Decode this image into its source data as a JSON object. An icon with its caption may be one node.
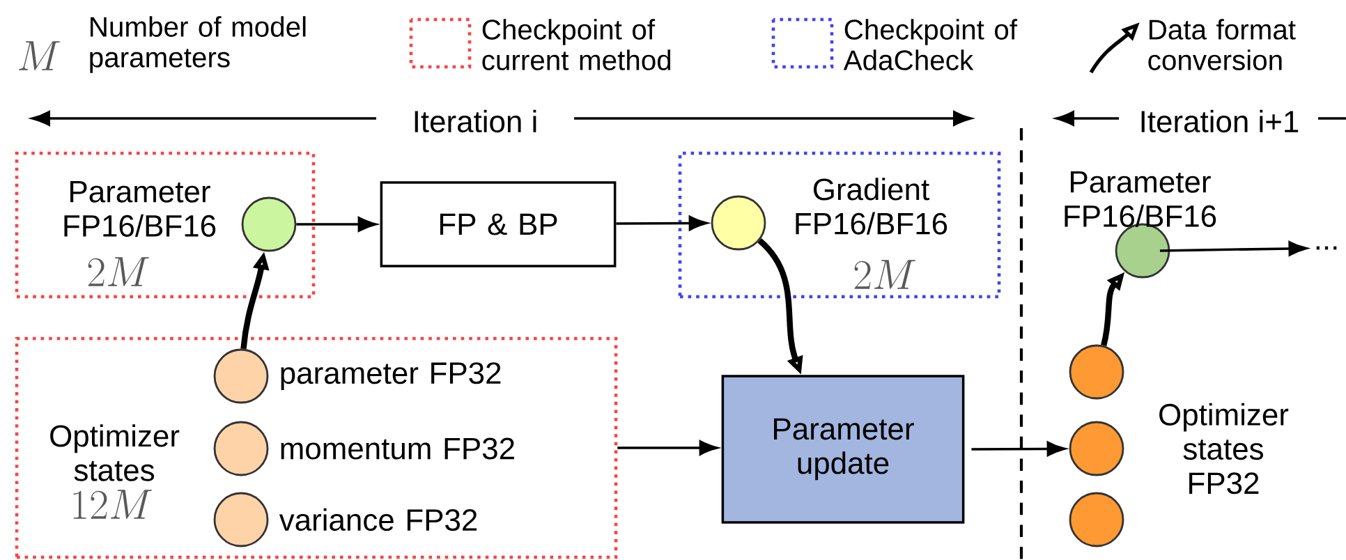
{
  "diagram": {
    "nodes": [
      {
        "text": [
          "Parameter FP16/BF16",
          "2M"
        ]
      },
      {
        "text": [],
        "shape": "circle",
        "in": 0
      },
      {
        "text": [
          "FP & BP"
        ]
      },
      {
        "text": [
          "Gradient FP16/BF16",
          "2M"
        ]
      },
      {
        "text": [],
        "shape": "circle",
        "in": 3
      },
      {
        "text": [
          "Optimizer states",
          "12M"
        ]
      },
      {
        "text": [],
        "shape": "circle",
        "in": 5,
        "beside": [
          "parameter FP32"
        ]
      },
      {
        "text": [],
        "shape": "circle",
        "in": 5,
        "beside": [
          "momentum FP32"
        ]
      },
      {
        "text": [],
        "shape": "circle",
        "in": 5,
        "beside": [
          "variance FP32"
        ]
      },
      {
        "text": [
          "Parameter update"
        ]
      },
      {
        "text": [],
        "shape": "circle",
        "beside": [
          "Parameter FP16/BF16"
        ]
      },
      {
        "text": [],
        "shape": "circle"
      },
      {
        "text": [],
        "shape": "circle",
        "beside": [
          "Optimizer states FP32"
        ]
      },
      {
        "text": [],
        "shape": "circle"
      },
      {
        "text": [
          "..."
        ]
      }
    ],
    "edges": [
      {
        "from": 1,
        "to": 2,
        "arrow": "to"
      },
      {
        "from": 6,
        "to": 1,
        "arrow": "to",
        "style": "thick"
      },
      {
        "from": 2,
        "to": 4,
        "arrow": "to"
      },
      {
        "from": 4,
        "to": 9,
        "arrow": "to",
        "style": "thick"
      },
      {
        "from": 5,
        "to": 9,
        "arrow": "to"
      },
      {
        "from": 9,
        "to": 12,
        "arrow": "to"
      },
      {
        "from": 11,
        "to": 10,
        "arrow": "to",
        "style": "thick"
      },
      {
        "from": 10,
        "to": 14,
        "arrow": "to"
      }
    ],
    "labels": [
      "M",
      "Iteration i",
      "Iteration i+1"
    ],
    "legend": [
      {
        "text": "Number of model parameters"
      },
      {
        "text": "Checkpoint of current method"
      },
      {
        "text": "Checkpoint of AdaCheck"
      },
      {
        "text": "Data format conversion"
      }
    ]
  }
}
